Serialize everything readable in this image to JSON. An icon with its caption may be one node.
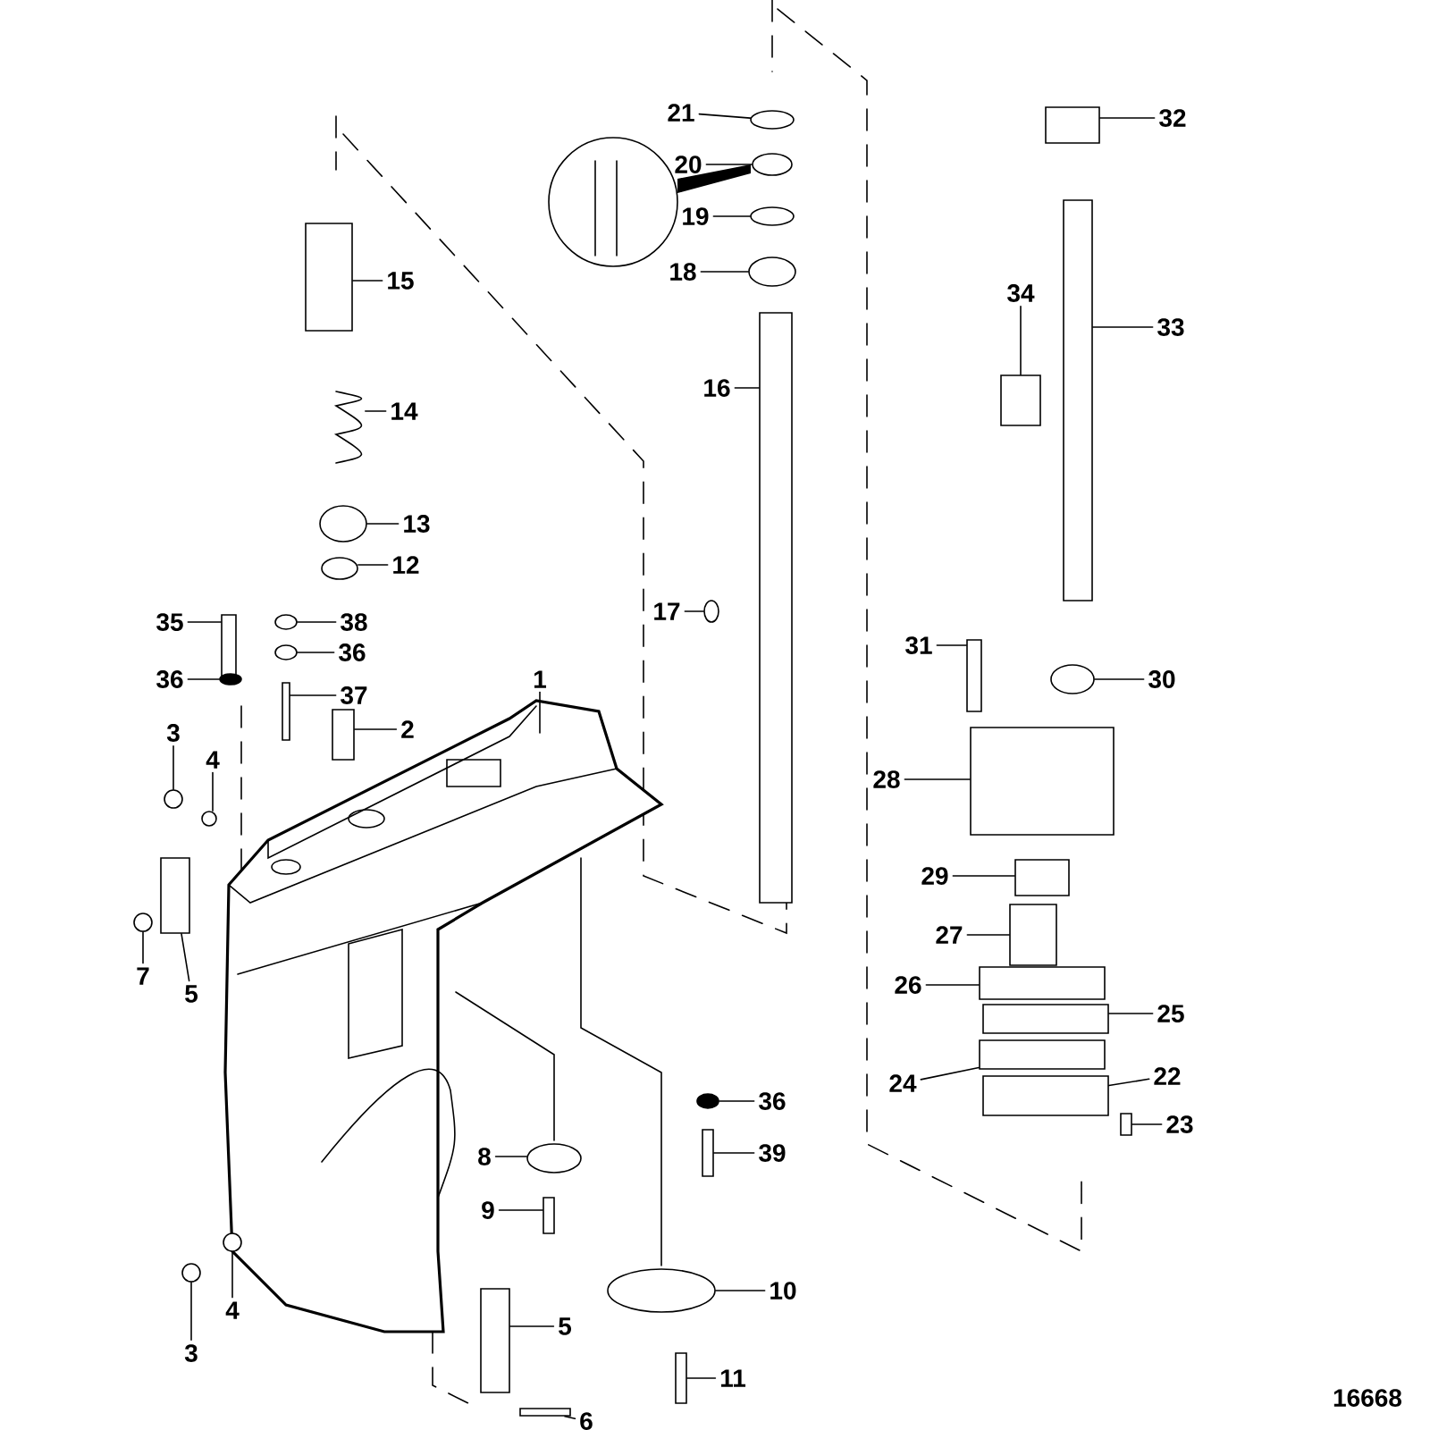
{
  "diagram": {
    "nodes": [
      {
        "text": [
          "1"
        ]
      },
      {
        "text": [
          "2"
        ]
      },
      {
        "text": [
          "3"
        ]
      },
      {
        "text": [
          "4"
        ]
      },
      {
        "text": [
          "5"
        ]
      },
      {
        "text": [
          "7"
        ]
      },
      {
        "text": [
          "35"
        ]
      },
      {
        "text": [
          "38"
        ]
      },
      {
        "text": [
          "36"
        ]
      },
      {
        "text": [
          "36"
        ]
      },
      {
        "text": [
          "37"
        ]
      },
      {
        "text": [
          "12"
        ]
      },
      {
        "text": [
          "13"
        ]
      },
      {
        "text": [
          "14"
        ]
      },
      {
        "text": [
          "15"
        ]
      },
      {
        "text": [
          "21"
        ]
      },
      {
        "text": [
          "20"
        ]
      },
      {
        "text": [
          "19"
        ]
      },
      {
        "text": [
          "18"
        ]
      },
      {
        "text": [
          "16"
        ]
      },
      {
        "text": [
          "17"
        ]
      },
      {
        "text": [
          "32"
        ]
      },
      {
        "text": [
          "34"
        ]
      },
      {
        "text": [
          "33"
        ]
      },
      {
        "text": [
          "31"
        ]
      },
      {
        "text": [
          "30"
        ]
      },
      {
        "text": [
          "28"
        ]
      },
      {
        "text": [
          "29"
        ]
      },
      {
        "text": [
          "27"
        ]
      },
      {
        "text": [
          "26"
        ]
      },
      {
        "text": [
          "25"
        ]
      },
      {
        "text": [
          "24"
        ]
      },
      {
        "text": [
          "22"
        ]
      },
      {
        "text": [
          "23"
        ]
      },
      {
        "text": [
          "36"
        ]
      },
      {
        "text": [
          "39"
        ]
      },
      {
        "text": [
          "8"
        ]
      },
      {
        "text": [
          "9"
        ]
      },
      {
        "text": [
          "3"
        ]
      },
      {
        "text": [
          "4"
        ]
      },
      {
        "text": [
          "5"
        ]
      },
      {
        "text": [
          "10"
        ]
      },
      {
        "text": [
          "6"
        ]
      },
      {
        "text": [
          "11"
        ]
      },
      {
        "text": [],
        "shape": "box"
      },
      {
        "text": [],
        "shape": "circle"
      },
      {
        "text": [],
        "shape": "circle"
      },
      {
        "text": [],
        "shape": "box"
      },
      {
        "text": [],
        "shape": "circle"
      },
      {
        "text": [],
        "shape": "box"
      },
      {
        "text": [],
        "shape": "ellipse"
      },
      {
        "text": [],
        "shape": "ellipse"
      },
      {
        "text": [],
        "shape": "ellipse"
      },
      {
        "text": [],
        "shape": "box"
      },
      {
        "text": [],
        "shape": "ellipse"
      },
      {
        "text": [],
        "shape": "ellipse"
      },
      {
        "text": [],
        "shape": "coil"
      },
      {
        "text": [],
        "shape": "box"
      },
      {
        "text": [],
        "shape": "ellipse"
      },
      {
        "text": [],
        "shape": "ellipse"
      },
      {
        "text": [],
        "shape": "ellipse"
      },
      {
        "text": [],
        "shape": "ellipse"
      },
      {
        "text": [],
        "shape": "box"
      },
      {
        "text": [],
        "shape": "ellipse"
      },
      {
        "text": [],
        "shape": "box"
      },
      {
        "text": [],
        "shape": "box"
      },
      {
        "text": [],
        "shape": "box"
      },
      {
        "text": [],
        "shape": "box"
      },
      {
        "text": [],
        "shape": "ellipse"
      },
      {
        "text": [],
        "shape": "box"
      },
      {
        "text": [],
        "shape": "box"
      },
      {
        "text": [],
        "shape": "box"
      },
      {
        "text": [],
        "shape": "box"
      },
      {
        "text": [],
        "shape": "box"
      },
      {
        "text": [],
        "shape": "box"
      },
      {
        "text": [],
        "shape": "box"
      },
      {
        "text": [],
        "shape": "box"
      },
      {
        "text": [],
        "shape": "ellipse"
      },
      {
        "text": [],
        "shape": "box"
      },
      {
        "text": [],
        "shape": "ellipse"
      },
      {
        "text": [],
        "shape": "box"
      },
      {
        "text": [],
        "shape": "circle"
      },
      {
        "text": [],
        "shape": "circle"
      },
      {
        "text": [],
        "shape": "box"
      },
      {
        "text": [],
        "shape": "ellipse"
      },
      {
        "text": [],
        "shape": "box"
      },
      {
        "text": [],
        "shape": "box"
      }
    ],
    "edges": [
      {
        "from": 0,
        "to": null,
        "arrow": "none"
      },
      {
        "from": 1,
        "to": 44,
        "arrow": "none"
      },
      {
        "from": 2,
        "to": 45,
        "arrow": "none"
      },
      {
        "from": 3,
        "to": 46,
        "arrow": "none"
      },
      {
        "from": 4,
        "to": 47,
        "arrow": "none"
      },
      {
        "from": 5,
        "to": 48,
        "arrow": "none"
      },
      {
        "from": 6,
        "to": 49,
        "arrow": "none"
      },
      {
        "from": 7,
        "to": 50,
        "arrow": "none"
      },
      {
        "from": 8,
        "to": 51,
        "arrow": "none"
      },
      {
        "from": 9,
        "to": 52,
        "arrow": "none"
      },
      {
        "from": 10,
        "to": 53,
        "arrow": "none"
      },
      {
        "from": 11,
        "to": 54,
        "arrow": "none"
      },
      {
        "from": 12,
        "to": 55,
        "arrow": "none"
      },
      {
        "from": 13,
        "to": 56,
        "arrow": "none"
      },
      {
        "from": 14,
        "to": 57,
        "arrow": "none"
      },
      {
        "from": 15,
        "to": 58,
        "arrow": "none"
      },
      {
        "from": 16,
        "to": 59,
        "arrow": "none"
      },
      {
        "from": 17,
        "to": 60,
        "arrow": "none"
      },
      {
        "from": 18,
        "to": 61,
        "arrow": "none"
      },
      {
        "from": 19,
        "to": 62,
        "arrow": "none"
      },
      {
        "from": 20,
        "to": 63,
        "arrow": "none"
      },
      {
        "from": 21,
        "to": 64,
        "arrow": "none"
      },
      {
        "from": 22,
        "to": 65,
        "arrow": "none"
      },
      {
        "from": 23,
        "to": 66,
        "arrow": "none"
      },
      {
        "from": 24,
        "to": 67,
        "arrow": "none"
      },
      {
        "from": 25,
        "to": 68,
        "arrow": "none"
      },
      {
        "from": 26,
        "to": 69,
        "arrow": "none"
      },
      {
        "from": 27,
        "to": 70,
        "arrow": "none"
      },
      {
        "from": 28,
        "to": 71,
        "arrow": "none"
      },
      {
        "from": 29,
        "to": 72,
        "arrow": "none"
      },
      {
        "from": 30,
        "to": 73,
        "arrow": "none"
      },
      {
        "from": 31,
        "to": 74,
        "arrow": "none"
      },
      {
        "from": 32,
        "to": 75,
        "arrow": "none"
      },
      {
        "from": 33,
        "to": 76,
        "arrow": "none"
      },
      {
        "from": 34,
        "to": 77,
        "arrow": "none"
      },
      {
        "from": 35,
        "to": 78,
        "arrow": "none"
      },
      {
        "from": 36,
        "to": 79,
        "arrow": "none"
      },
      {
        "from": 37,
        "to": 80,
        "arrow": "none"
      },
      {
        "from": 38,
        "to": 81,
        "arrow": "none"
      },
      {
        "from": 39,
        "to": 82,
        "arrow": "none"
      },
      {
        "from": 40,
        "to": 83,
        "arrow": "none"
      },
      {
        "from": 41,
        "to": 84,
        "arrow": "none"
      },
      {
        "from": 42,
        "to": 85,
        "arrow": "none"
      },
      {
        "from": 43,
        "to": 86,
        "arrow": "none"
      }
    ],
    "labels": [
      "16668"
    ]
  }
}
